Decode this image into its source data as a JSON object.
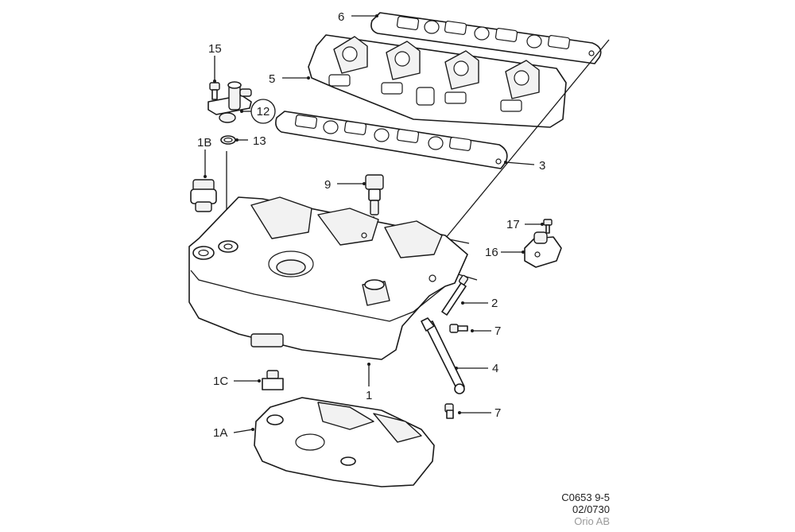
{
  "labels": {
    "p6": "6",
    "p5": "5",
    "p15": "15",
    "p12": "12",
    "p1b": "1B",
    "p13": "13",
    "p3": "3",
    "p9": "9",
    "p17": "17",
    "p16": "16",
    "p2": "2",
    "p7a": "7",
    "p4": "4",
    "p1": "1",
    "p1c": "1C",
    "p7b": "7",
    "p1a": "1A"
  },
  "footer": {
    "code": "C0653 9-5",
    "date": "02/0730",
    "company": "Orio AB"
  }
}
